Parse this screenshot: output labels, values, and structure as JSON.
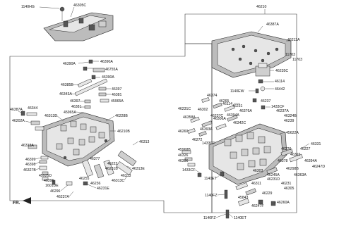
{
  "diagram": {
    "orientation_label": "FR.",
    "labels": {
      "l_1140hg": "1140HG",
      "l_46305c": "46305C",
      "l_46210": "46210",
      "l_46387a_top": "46387A",
      "l_46211a": "46211A",
      "l_11703a": "11703",
      "l_11703b": "11703",
      "l_46235c": "46235C",
      "l_46114a": "46114",
      "l_1140ew": "1140EW",
      "l_46442": "46442",
      "l_46114b": "46114",
      "l_46390a_1": "46390A",
      "l_46390a_2": "46390A",
      "l_46755a": "46755A",
      "l_46390a_3": "46390A",
      "l_46385b": "46385B",
      "l_46343a": "46343A",
      "l_46397a": "46397",
      "l_46381a": "46381",
      "l_46397b": "46397",
      "l_46381b": "46381",
      "l_45965a_1": "45965A",
      "l_45965a_2": "45965A",
      "l_46387a_left": "46387A",
      "l_46344": "46344",
      "l_46313d": "46313D",
      "l_46202a": "46202A",
      "l_46228b": "46228B",
      "l_46210b": "46210B",
      "l_46313a": "46313A",
      "l_46313_r": "46313",
      "l_46399": "46399",
      "l_46398": "46398",
      "l_46327b": "46327B",
      "l_45925d": "45925D",
      "l_46396": "46396",
      "l_1601de": "1601DE",
      "l_46296": "46296",
      "l_46237a": "46237A",
      "l_46377": "46377",
      "l_46222": "46222",
      "l_46231b": "46231B",
      "l_46313e": "46313E",
      "l_46313c": "46313C",
      "l_46255": "46255",
      "l_46236": "46236",
      "l_46231e": "46231E",
      "l_46313_b": "46313",
      "l_46374": "46374",
      "l_46265": "46265",
      "l_46231": "46231",
      "l_46376a": "46376A",
      "l_46237": "46237",
      "l_1433cf_a": "1433CF",
      "l_46231c": "46231C",
      "l_46302": "46302",
      "l_46358a": "46358A",
      "l_46237c": "46237C",
      "l_46394a_a": "46394A",
      "l_46237a_r": "46237A",
      "l_46324b": "46324B",
      "l_46239": "46239",
      "l_46260": "46260",
      "l_46393a": "46393A",
      "l_46342c": "46342C",
      "l_46306a": "46306A",
      "l_45622a": "45622A",
      "l_46272": "46272",
      "l_1433cf_b": "1433CF",
      "l_45968b": "45968B",
      "l_46326": "46326",
      "l_46306": "46306",
      "l_1433cf_c": "1433CF",
      "l_1140et": "1140ET",
      "l_46331": "46331",
      "l_46226": "46226",
      "l_46227": "46227",
      "l_46392": "46392",
      "l_46394a_b": "46394A",
      "l_46378": "46378",
      "l_46298b": "46298B",
      "l_46247d": "46247D",
      "l_46363a": "46363A",
      "l_46303": "46303",
      "l_46245a": "46245A",
      "l_46231d": "46231D",
      "l_46311": "46311",
      "l_46231_b": "46231",
      "l_46305": "46305",
      "l_46229": "46229",
      "l_45843": "45843",
      "l_46247f": "46247F",
      "l_46260a": "46260A",
      "l_1140fz_a": "1140FZ",
      "l_1140fz_b": "1140FZ",
      "l_1140et_b": "1140ET"
    }
  }
}
